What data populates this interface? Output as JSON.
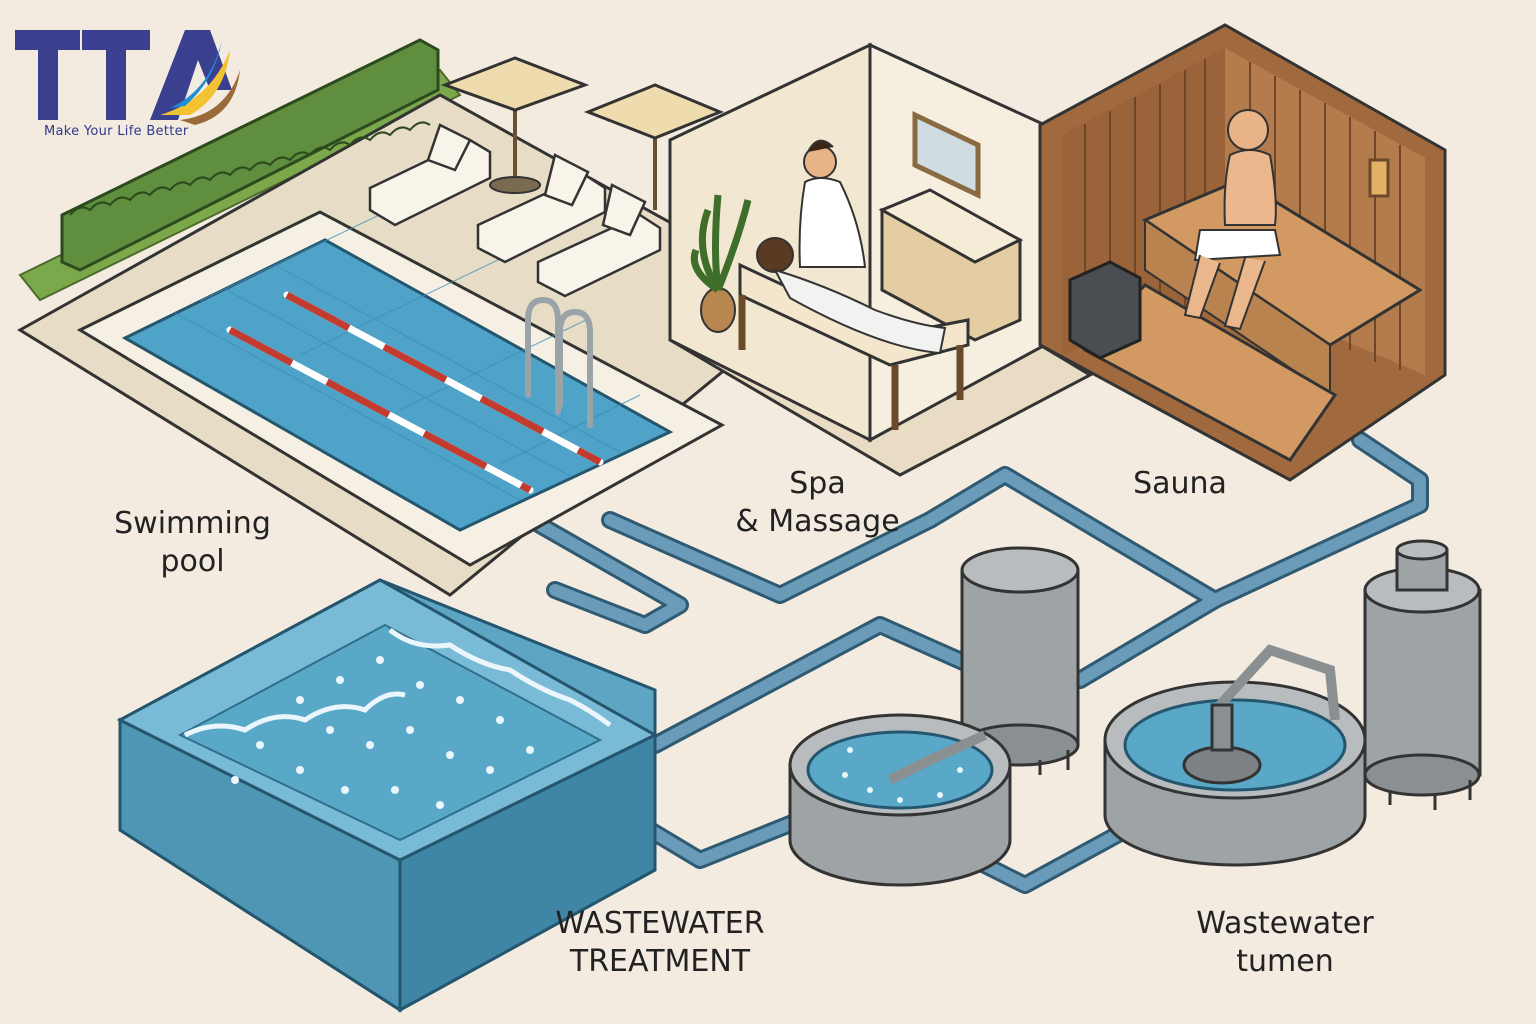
{
  "brand": {
    "logo_text": "TTA",
    "tagline": "Make Your Life Better",
    "colors": {
      "primary": "#3a3f8f",
      "accent_blue": "#1e8fd6",
      "accent_yellow": "#f2c230",
      "accent_brown": "#9a6a3a"
    }
  },
  "areas": {
    "pool": {
      "line1": "Swimming",
      "line2": "pool"
    },
    "spa": {
      "line1": "Spa",
      "line2": "& Massage"
    },
    "sauna": {
      "line1": "Sauna"
    },
    "treatment": {
      "line1": "WASTEWATER",
      "line2": "TREATMENT"
    },
    "tumen": {
      "line1": "Wastewater",
      "line2": "tumen"
    }
  },
  "colors": {
    "background": "#f3ebdf",
    "pipe": "#5b8aa5",
    "water": "#5aa8c8",
    "tank": "#9ea3a6",
    "wood": "#b88453",
    "hedge": "#5f8f3e"
  }
}
